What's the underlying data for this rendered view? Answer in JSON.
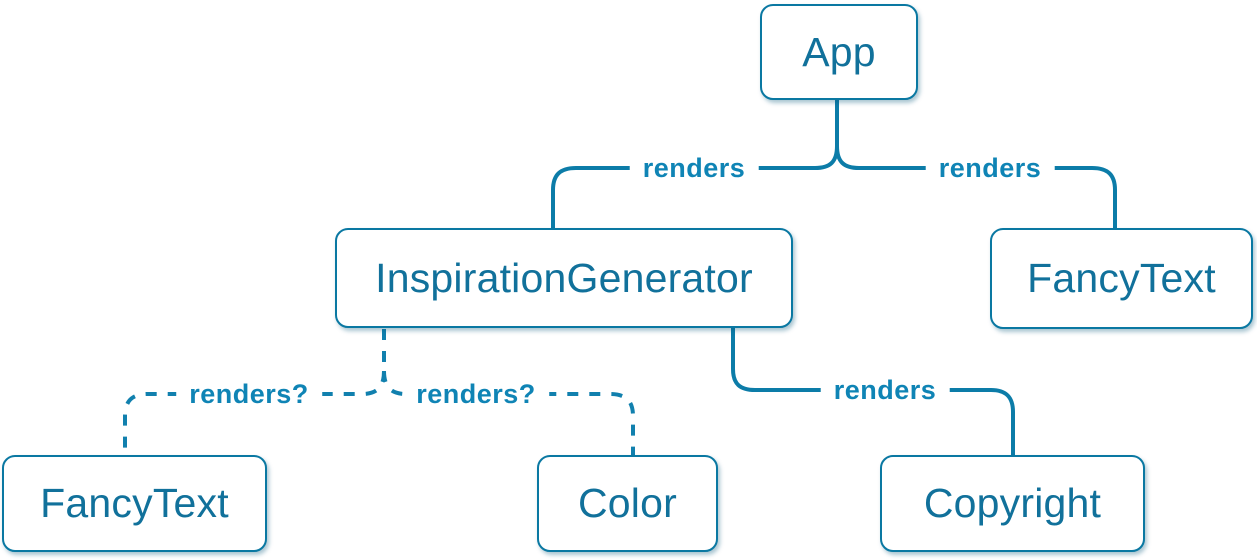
{
  "diagram": {
    "type": "component-tree",
    "accent_color": "#087ea4",
    "node_background": "#ffffff",
    "nodes": [
      {
        "id": "app",
        "label": "App"
      },
      {
        "id": "inspiration-generator",
        "label": "InspirationGenerator"
      },
      {
        "id": "fancy-text-top",
        "label": "FancyText"
      },
      {
        "id": "fancy-text-bottom",
        "label": "FancyText"
      },
      {
        "id": "color",
        "label": "Color"
      },
      {
        "id": "copyright",
        "label": "Copyright"
      }
    ],
    "edges": [
      {
        "from": "App",
        "to": "InspirationGenerator",
        "label": "renders",
        "style": "solid"
      },
      {
        "from": "App",
        "to": "FancyText",
        "label": "renders",
        "style": "solid"
      },
      {
        "from": "InspirationGenerator",
        "to": "FancyText",
        "label": "renders?",
        "style": "dashed"
      },
      {
        "from": "InspirationGenerator",
        "to": "Color",
        "label": "renders?",
        "style": "dashed"
      },
      {
        "from": "InspirationGenerator",
        "to": "Copyright",
        "label": "renders",
        "style": "solid"
      }
    ]
  }
}
